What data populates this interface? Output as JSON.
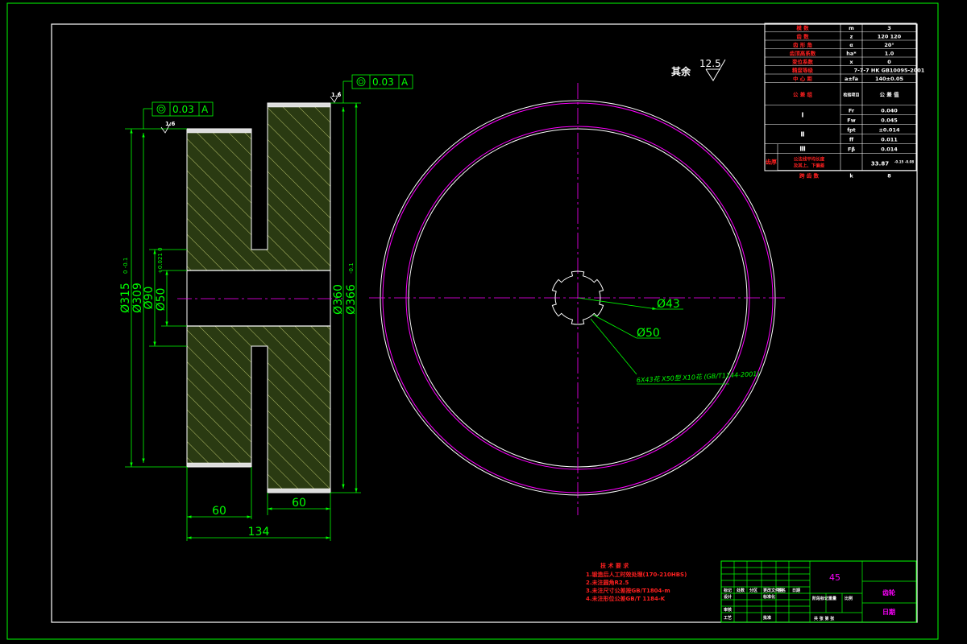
{
  "part_view": {
    "gdt_left_value": "0.03",
    "gdt_left_datum": "A",
    "gdt_right_value": "0.03",
    "gdt_right_datum": "A",
    "rough_left": "1.6",
    "rough_right": "1.6",
    "dims": {
      "d315": "Ø315",
      "d315_tol": "0 -0.1",
      "d309": "Ø309",
      "d90": "Ø90",
      "d50": "Ø50",
      "d50_tol": "+0.021 0",
      "d360": "Ø360",
      "d366": "Ø366",
      "d366_tol": "-0.1",
      "w_hub": "60",
      "w_rim": "60",
      "w_total": "134"
    }
  },
  "end_view": {
    "spline_d43": "Ø43",
    "spline_d50": "Ø50",
    "spline_note": "6X43花 X50型 X10花 (GB/T1144-2001)"
  },
  "surface_note": {
    "label": "其余",
    "value": "12.5"
  },
  "params_table": {
    "rows": [
      {
        "name": "模 数",
        "sym": "m",
        "val": "3"
      },
      {
        "name": "齿 数",
        "sym": "z",
        "val": "120 120"
      },
      {
        "name": "齿 形 角",
        "sym": "α",
        "val": "20°"
      },
      {
        "name": "齿顶高系数",
        "sym": "ha*",
        "val": "1.0"
      },
      {
        "name": "变位系数",
        "sym": "x",
        "val": "0"
      },
      {
        "name": "精度等级",
        "sym": "",
        "val": "7-7-7 HK GB10095-2001"
      },
      {
        "name": "中 心 距",
        "sym": "a±fa",
        "val": "140±0.05"
      }
    ],
    "group_header_name": "公 差 组",
    "group_header_sym": "检验项目",
    "group_header_val": "公 差 值",
    "groups": [
      {
        "label": "Ⅰ",
        "items": [
          {
            "sym": "Fr",
            "val": "0.040"
          },
          {
            "sym": "Fw",
            "val": "0.045"
          }
        ]
      },
      {
        "label": "Ⅱ",
        "items": [
          {
            "sym": "fpt",
            "val": "±0.014"
          },
          {
            "sym": "ff",
            "val": "0.011"
          }
        ]
      },
      {
        "label": "Ⅲ",
        "items": [
          {
            "sym": "Fβ",
            "val": "0.014"
          }
        ]
      }
    ],
    "side_label": "齿厚",
    "span_desc_1": "公法线平均长度",
    "span_desc_2": "及其上、下偏差",
    "span_val": "33.87",
    "span_tol": "-0.15 -0.08",
    "span_count_name": "跨 齿 数",
    "span_count_sym": "k",
    "span_count_val": "8"
  },
  "tech_notes": {
    "title": "技 术 要 求",
    "items": [
      "1.锻造后人工时效处理(170-210HBS)",
      "2.未注圆角R2.5",
      "3.未注尺寸公差按GB/T1804-m",
      "4.未注形位公差GB/T 1184-K"
    ]
  },
  "title_block": {
    "material": "45",
    "part_name": "齿轮",
    "label_scale": "比例",
    "label_weight": "重量",
    "row_labels": [
      "标记",
      "处数",
      "分区",
      "更改文件号",
      "签名",
      "日期"
    ],
    "design": "设计",
    "check": "审核",
    "process": "工艺",
    "standard": "标准化",
    "approve": "批准",
    "stage": "阶段标记",
    "sheet_total": "共 张 第 张",
    "date": "日期"
  }
}
